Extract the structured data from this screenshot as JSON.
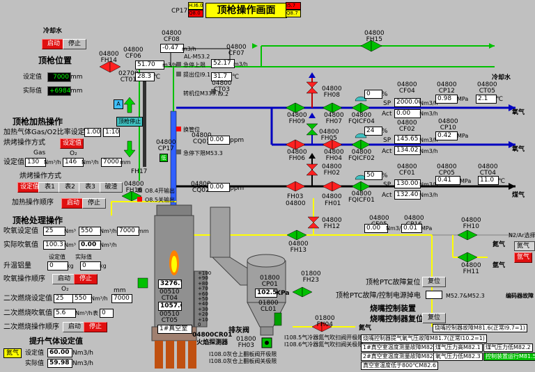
{
  "title": "顶枪操作画面",
  "top": {
    "cp17": "CP17",
    "hi60": "H.I6.0",
    "q80": "Q8.0",
    "i57": "I5.7",
    "q87": "Q8.7"
  },
  "cooling": {
    "label": "冷却水",
    "start": "启动",
    "stop": "停止",
    "water_out": "冷却水"
  },
  "position": {
    "heading": "顶枪位置",
    "sp_label": "设定值",
    "sp_value": "7000",
    "pv_label": "实际值",
    "pv_value": "+6984",
    "unit": "mm"
  },
  "heating": {
    "heading": "顶枪加热操作",
    "ratio_label": "加热气体Gas/O2比率设定",
    "ratio_a": "1.00",
    "ratio_sep": "1:10",
    "bake_label": "烘烤操作方式",
    "bake_btn": "设定值",
    "gas_label": "Gas",
    "o2_label": "O₂",
    "sp_label": "设定值",
    "gas_value": "130",
    "o2_value": "146",
    "mm_value": "7000",
    "unit1": "Nm³/h",
    "unit2": "Nm³/h",
    "unit3": "mm",
    "mode_label": "烘烤操作方式",
    "modes": [
      "设定值",
      "表1",
      "表2",
      "表3",
      "破渣"
    ],
    "seq_label": "加热操作顺序",
    "seq_start": "启动",
    "seq_stop": "停止"
  },
  "treat": {
    "heading": "顶枪处理操作",
    "blow_sp_label": "吹氧设定值",
    "blow_sp_v1": "25",
    "blow_sp_v2": "550",
    "blow_sp_v3": "7000",
    "blow_pv_label": "实际吹氧值",
    "blow_pv_v1": "100.3",
    "blow_pv_v2": "0.00",
    "al_label": "升温铝量",
    "set_label": "设定值",
    "act_label": "实际值",
    "al_v1": "0",
    "al_v2": "0",
    "seq_label": "吹氧操作顺序",
    "seq_start": "启动",
    "seq_stop": "停止",
    "o2_label": "O₂",
    "mm_label": "mm",
    "sec_sp_label": "二次燃烧设定值",
    "sec_sp_v1": "25",
    "sec_sp_v2": "550",
    "sec_sp_v3": "7000",
    "sec_pv_label": "二次燃烧吹氧值",
    "sec_pv_v1": "5.6",
    "sec_pv_v2": "0",
    "sec_seq_label": "二次燃烧操作顺序",
    "sec_start": "启动",
    "sec_stop": "停止",
    "nm3": "Nm³",
    "nm3h": "Nm³/h",
    "kg": "kg",
    "table": "表"
  },
  "lift": {
    "heading": "提升气体设定值",
    "gas_btn": "氮气",
    "sp_label": "设定值",
    "sp_value": "60.00",
    "pv_label": "实际值",
    "pv_value": "59.98",
    "unit": "Nm3/h"
  },
  "lance": {
    "cf06_tag": "04800\nCF06",
    "cf06_v": "51.70",
    "cf06_u": "m3/h",
    "cf08_tag": "04800\nCF08",
    "cf08_v": "-0.47",
    "cf08_u": "m3/h",
    "cf07_tag": "04800\nCF07",
    "cf07_v": "52.17",
    "cf07_u": "m3/h",
    "al_m53": "AL-M53.2",
    "stop_top": "急停上限",
    "ct01_tag": "02700\nCT01",
    "ct01_v": "28.3",
    "ct01_u": "℃",
    "ct03_tag": "04800\nCT03",
    "ct03_v": "31.7",
    "ct03_u": "℃",
    "lift_i91": "提出位I9.1",
    "turn_m": "转机位M333.7",
    "i92": "I9.2",
    "fh14": "04800\nFH14",
    "fh15": "04800\nFH15",
    "fh17": "FH17",
    "a_btn": "A",
    "stop_btn": "顶枪停止",
    "change_pos": "换管位",
    "cq01_tag": "04800\nCQ01",
    "cq01_v": "0.00",
    "cq01_u": "ppm",
    "cp17_tag": "04800\nCP17",
    "cp17_v": "低",
    "stop_low": "急停下限M53.3",
    "cq02_tag": "04800\nCQ02",
    "cq02_v": "0.00",
    "cq02_u": "ppm",
    "o84": "O8.4开输出",
    "o85": "O8.5关输出",
    "fh16": "04800\nFH16"
  },
  "o2_train": {
    "fh08": "04800\nFH08",
    "fh09": "04800\nFH09",
    "fh07": "04800\nFH07",
    "fqicf04": "04800\nFQICF04",
    "cf04_pct": "0",
    "cf04_tag": "04800\nCF04",
    "cf04_sp": "2000.00",
    "cf04_act": "0.00",
    "cp12_tag": "04800\nCP12",
    "cp12_v": "0.98",
    "cp12_u": "MPa",
    "ct05_tag": "04800\nCT05",
    "ct05_v": "2.1",
    "ct05_u": "℃",
    "gas1": "氧气",
    "fh06": "04800\nFH06",
    "fh05": "04800\nFH05",
    "fh04": "04800\nFH04",
    "fqicf02": "04800\nFQICF02",
    "cf02_pct": "24",
    "cf02_tag": "04800\nCF02",
    "cf02_sp": "145.65",
    "cf02_act": "134.02",
    "cp10_tag": "04800\nCP10",
    "cp10_v": "0.42",
    "cp10_u": "MPa",
    "gas2": "氧气",
    "fh02": "04800\nFH02",
    "fh03": "FH03",
    "fh01": "FH01",
    "fh03_num": "04800",
    "fh01_num": "04800",
    "fqicf01": "04800\nFQICF01",
    "cf01_pct": "50",
    "cf01_tag": "04800\nCF01",
    "cf01_sp": "130.00",
    "cf01_act": "132.40",
    "cp05_tag": "04800\nCP05",
    "cp05_v": "0.41",
    "cp05_u": "MPa",
    "ct04_tag": "04800\nCT04",
    "ct04_v": "11.0",
    "ct04_u": "℃",
    "gas3": "煤气",
    "sp": "SP",
    "act": "Act",
    "nm3h": "Nm3/h",
    "pct": "%",
    "fh12": "04800\nFH12",
    "fh13": "04800\nFH13",
    "cf05_tag": "04800\nCF05",
    "cf05_v": "0.00",
    "cf05_u": "Nm3/h",
    "cp16_tag": "04800\nCP16",
    "cp16_v": "0.01",
    "cp16_u": "MPa",
    "fh10": "04800\nFH10",
    "fh11": "04800\nFH11",
    "n2ar": "N2/Ar选择",
    "n2_btn": "氮气",
    "ar_btn": "氩气",
    "n2": "氮气",
    "ar": "氩气"
  },
  "vessel": {
    "ct04_v": "3276.7",
    "ct04_tag": "00510\nCT04",
    "ct05_v": "1057.6",
    "ct05_tag": "00510\nCT05",
    "vacuum": "1#真空室",
    "cr01": "04800CR01\n火焰探测器",
    "scale": [
      "+100",
      "+90",
      "+80",
      "+70",
      "+60",
      "+50",
      "+40",
      "+30",
      "+20",
      "+10",
      "0"
    ],
    "cp01_tag": "01800\nCP01",
    "cp01_v": "102.5",
    "cp01_u": "KPa",
    "cl01_tag": "01800\nCL01",
    "fh23": "01800\nFH23",
    "fh03b": "01800\nFH03",
    "ash": "排灰阀",
    "ash_up": "I108.0灰仓上翻板阀开极限",
    "ash_dn": "I108.0灰仓上翻板阀关极限",
    "fh04b": "01800\nFH04",
    "n2": "氮气",
    "valve_open": "I108.5气冷器氮气吹扫阀开极限",
    "valve_close": "I108.6气冷器氮气吹扫阀关极限"
  },
  "fault": {
    "ptc_reset": "顶枪PTC故障复位",
    "reset": "复位",
    "ptc_power": "顶枪PTC故障/控制电源掉电",
    "m52": "M52.7&M52.3",
    "encoder": "编码器故障",
    "burner_dev": "烧嘴控制装置",
    "burner_reset": "烧嘴控制器复位",
    "reset2": "复位",
    "burner_fault": "烧嘴控制器故障M81.6(正常I9.7=1)",
    "s1": "烧嘴控制器提气氧气压故障M81.7(正常I10.2=1)",
    "s2": "1#真空室温度测量故障M82.4",
    "s3": "煤气压力高M82.1",
    "s4": "煤气压力低M82.2",
    "s5": "2#真空室温度测量故障M82.6",
    "s6": "氧气压力低M82.3",
    "s7": "控制装置运行M81.5",
    "s8": "真空室温度低于800℃M82.6"
  }
}
